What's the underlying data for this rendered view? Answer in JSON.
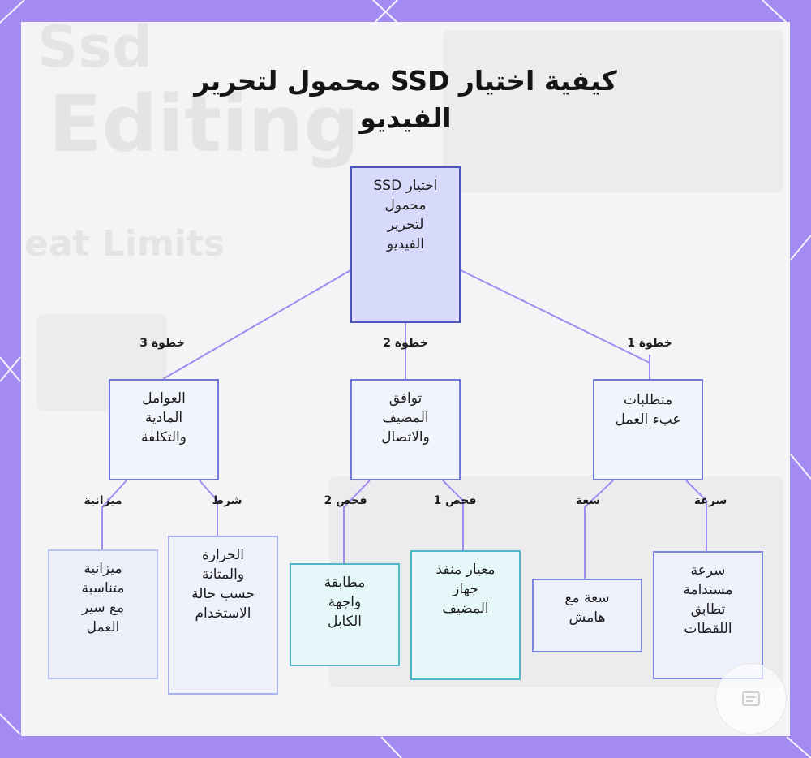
{
  "title": {
    "line1": "كيفية اختيار SSD محمول لتحرير",
    "line2": "الفيديو"
  },
  "background_text": {
    "word1": "Editing",
    "word2": "eat Limits",
    "word3": "Ssd"
  },
  "diagram": {
    "root": {
      "label": "اختيار SSD\nمحمول\nلتحرير\nالفيديو"
    },
    "steps": [
      {
        "edge_label": "خطوة 1",
        "label": "متطلبات\nعبء العمل"
      },
      {
        "edge_label": "خطوة 2",
        "label": "توافق\nالمضيف\nوالاتصال"
      },
      {
        "edge_label": "خطوة 3",
        "label": "العوامل\nالمادية\nوالتكلفة"
      }
    ],
    "leaves": [
      {
        "edge_label": "سرعة",
        "label": "سرعة\nمستدامة\nتطابق\nاللقطات"
      },
      {
        "edge_label": "سعة",
        "label": "سعة مع\nهامش"
      },
      {
        "edge_label": "فحص 1",
        "label": "معيار منفذ\nجهاز\nالمضيف"
      },
      {
        "edge_label": "فحص 2",
        "label": "مطابقة\nواجهة\nالكابل"
      },
      {
        "edge_label": "شرط",
        "label": "الحرارة\nوالمتانة\nحسب حالة\nالاستخدام"
      },
      {
        "edge_label": "ميزانية",
        "label": "ميزانية\nمتناسبة\nمع سير\nالعمل"
      }
    ]
  },
  "colors": {
    "frame": "#a48bf2",
    "edge": "#a48bf2",
    "root_fill": "#d8dafc",
    "node_border": "#6f78d6",
    "cyan_border": "#4fb8c8"
  }
}
